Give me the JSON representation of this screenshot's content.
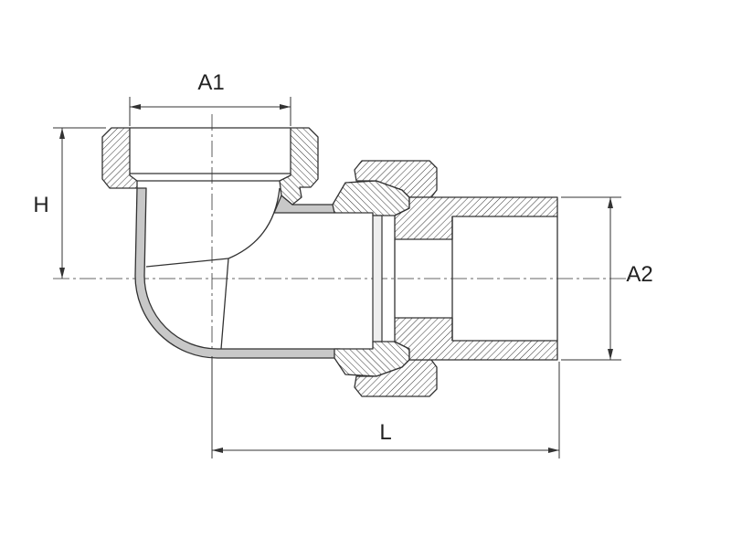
{
  "dimensions": {
    "a1": {
      "label": "A1"
    },
    "h": {
      "label": "H"
    },
    "a2": {
      "label": "A2"
    },
    "l": {
      "label": "L"
    }
  },
  "colors": {
    "line": "#333333",
    "background": "#ffffff",
    "wall_fill": "#c8c8c8"
  }
}
